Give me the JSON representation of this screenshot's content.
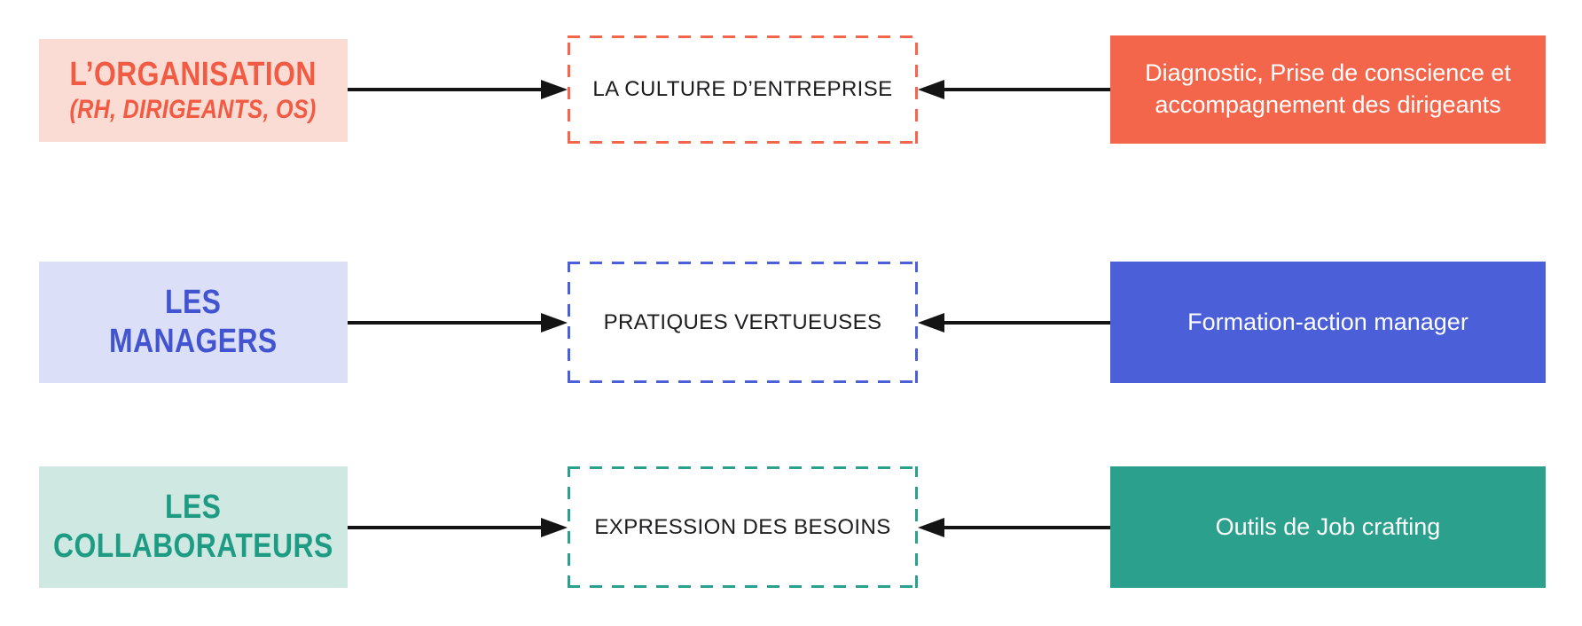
{
  "page": {
    "background": "#ffffff",
    "arrow_color": "#141414",
    "target_text_color": "#1d1d1f"
  },
  "rows": [
    {
      "actor_line1": "L’ORGANISATION",
      "actor_line2": "(RH, DIRIGEANTS, OS)",
      "target_label": "LA CULTURE D’ENTREPRISE",
      "action_label": "Diagnostic, Prise de conscience et accompagnement des dirigeants",
      "accent": "#F4664B",
      "light_bg": "#FBDCD4",
      "actor_text_color": "#F25B43"
    },
    {
      "actor_line1": "LES",
      "actor_line2": "MANAGERS",
      "target_label": "PRATIQUES VERTUEUSES",
      "action_label": "Formation-action manager",
      "accent": "#4A5FD8",
      "light_bg": "#DBDFF7",
      "actor_text_color": "#4254D0"
    },
    {
      "actor_line1": "LES",
      "actor_line2": "COLLABORATEURS",
      "target_label": "EXPRESSION DES BESOINS",
      "action_label": "Outils de Job crafting",
      "accent": "#2BA18D",
      "light_bg": "#CFE8E2",
      "actor_text_color": "#1E9C83"
    }
  ]
}
